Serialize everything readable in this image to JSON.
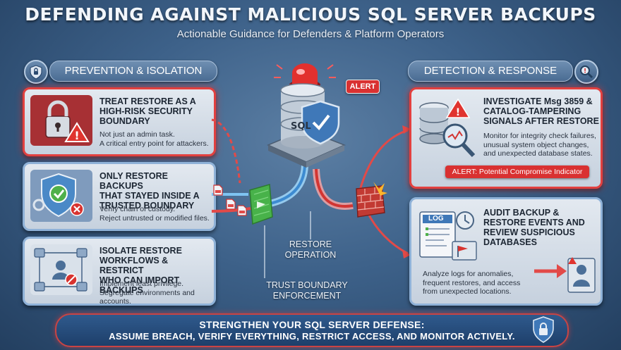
{
  "header": {
    "title": "DEFENDING AGAINST MALICIOUS SQL SERVER BACKUPS",
    "subtitle": "Actionable Guidance for Defenders & Platform Operators"
  },
  "left_section": {
    "title": "PREVENTION & ISOLATION",
    "cards": [
      {
        "heading": [
          "TREAT RESTORE AS A",
          "HIGH-RISK SECURITY",
          "BOUNDARY"
        ],
        "body": [
          "Not just an admin task.",
          "A critical entry point for attackers."
        ],
        "icon": "padlock-warning-icon"
      },
      {
        "heading": [
          "ONLY RESTORE BACKUPS",
          "THAT STAYED INSIDE A",
          "TRUSTED BOUNDARY"
        ],
        "body": [
          "Verify chain of custody.",
          "Reject untrusted or modified files."
        ],
        "icon": "shield-check-icon"
      },
      {
        "heading": [
          "ISOLATE RESTORE",
          "WORKFLOWS & RESTRICT",
          "WHO CAN IMPORT BACKUPS"
        ],
        "body": [
          "Implement least privilege.",
          "Segregate environments and accounts."
        ],
        "icon": "workflow-isolation-icon"
      }
    ]
  },
  "center": {
    "database_label": "SQL",
    "alert_label": "ALERT",
    "restore_label": [
      "RESTORE",
      "OPERATION"
    ],
    "boundary_label": [
      "TRUST BOUNDARY",
      "ENFORCEMENT"
    ]
  },
  "right_section": {
    "title": "DETECTION & RESPONSE",
    "cards": [
      {
        "heading": [
          "INVESTIGATE Msg 3859 &",
          "CATALOG-TAMPERING",
          "SIGNALS AFTER RESTORE"
        ],
        "body": [
          "Monitor for integrity check failures,",
          "unusual system object changes,",
          "and unexpected database states."
        ],
        "alert": "ALERT: Potential Compromise Indicator",
        "icon": "database-magnifier-icon"
      },
      {
        "heading": [
          "AUDIT BACKUP &",
          "RESTORE EVENTS AND",
          "REVIEW SUSPICIOUS",
          "DATABASES"
        ],
        "body": [
          "Analyze logs for anomalies,",
          "frequent restores, and access",
          "from unexpected locations."
        ],
        "log_label": "LOG",
        "icon": "log-audit-icon"
      }
    ]
  },
  "footer": {
    "line1": "STRENGTHEN YOUR SQL SERVER DEFENSE:",
    "line2": "ASSUME BREACH, VERIFY EVERYTHING, RESTRICT ACCESS, AND MONITOR ACTIVELY."
  },
  "colors": {
    "accent_red": "#e2403f",
    "accent_blue": "#8fb2d8",
    "background": "#3d6189"
  }
}
